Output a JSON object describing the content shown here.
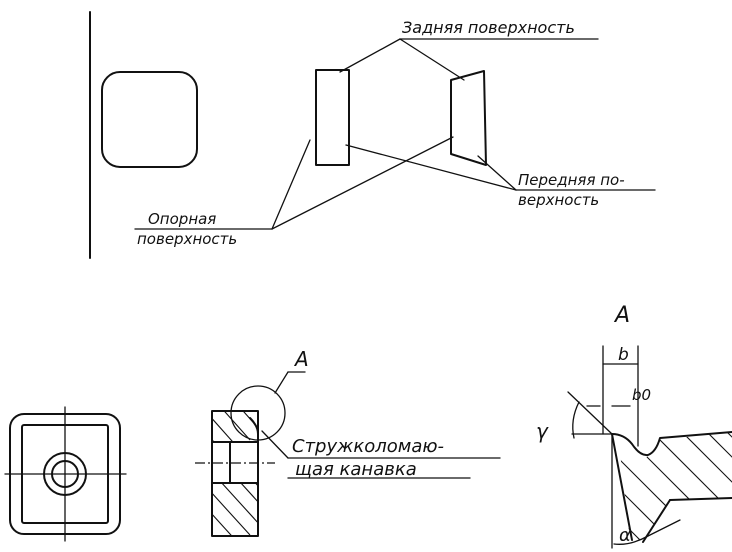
{
  "labels": {
    "back_surface": "Задняя поверхность",
    "front_surface_line1": "Передняя по-",
    "front_surface_line2": "верхность",
    "support_surface_line1": "Опорная",
    "support_surface_line2": "поверхность",
    "view_marker": "A",
    "view_title": "A",
    "chipbreaker_line1": "Стружколомаю-",
    "chipbreaker_line2": "щая канавка",
    "dim_b": "b",
    "dim_b0": "b0",
    "angle_gamma": "γ",
    "angle_alpha": "α"
  }
}
